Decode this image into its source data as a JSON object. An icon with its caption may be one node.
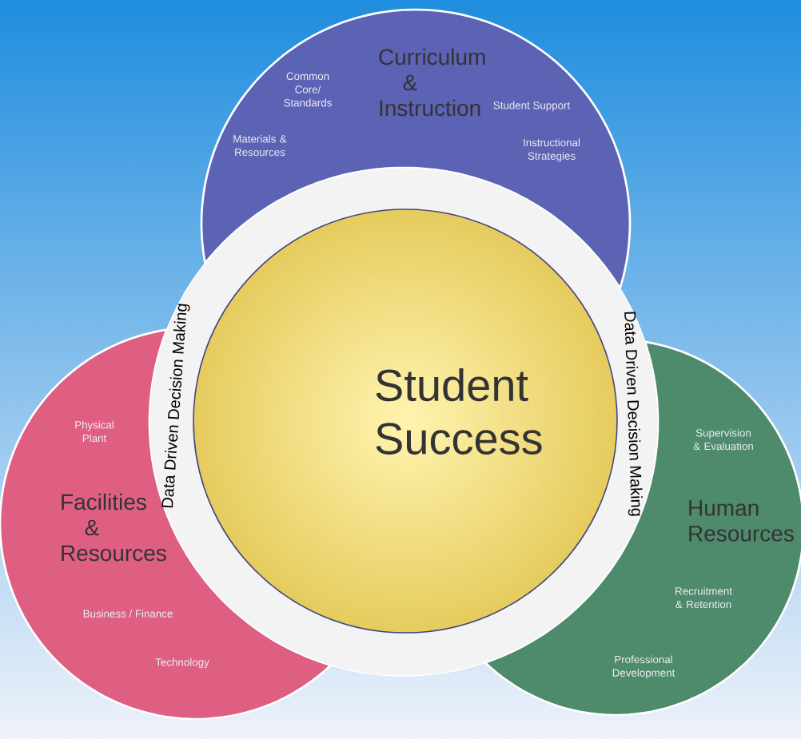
{
  "diagram": {
    "nodes": [
      {
        "text": [
          "Curriculum & Instruction",
          "Common Core/ Standards",
          "Student Support",
          "Materials & Resources",
          "Instructional Strategies"
        ]
      },
      {
        "text": [
          "Data Driven Decision Making",
          "Data Driven Decision Making"
        ]
      },
      {
        "text": [
          "Student Success"
        ],
        "in": 1
      },
      {
        "text": [
          "Physical Plant",
          "Facilities & Resources",
          "Business / Finance",
          "Technology"
        ]
      },
      {
        "text": [
          "Supervision & Evaluation",
          "Human Resources",
          "Recruitment & Retention",
          "Professional Development"
        ]
      }
    ]
  }
}
